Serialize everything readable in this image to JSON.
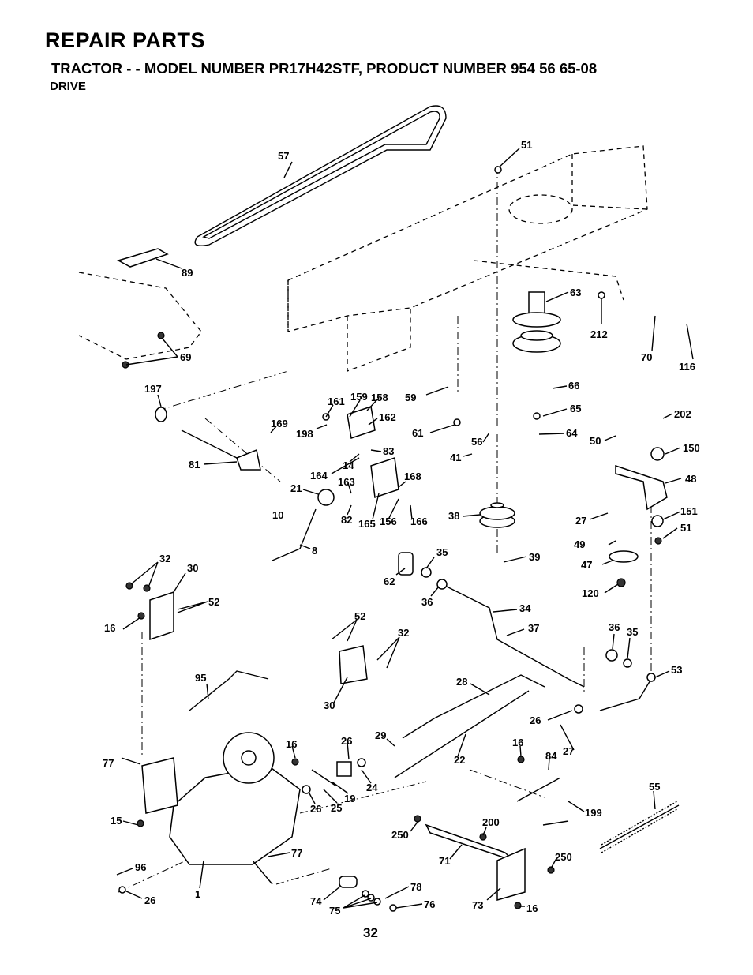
{
  "header": {
    "title": "REPAIR PARTS",
    "subtitle": "TRACTOR - - MODEL NUMBER PR17H42STF, PRODUCT NUMBER 954 56 65-08",
    "section": "DRIVE"
  },
  "footer": {
    "page_number": "32"
  },
  "callouts": {
    "c57": "57",
    "c51a": "51",
    "c89": "89",
    "c63": "63",
    "c212": "212",
    "c69": "69",
    "c70": "70",
    "c116": "116",
    "c197": "197",
    "c159": "159",
    "c158": "158",
    "c161": "161",
    "c66": "66",
    "c59": "59",
    "c162": "162",
    "c169": "169",
    "c198": "198",
    "c65": "65",
    "c202": "202",
    "c61": "61",
    "c64": "64",
    "c56": "56",
    "c50": "50",
    "c150": "150",
    "c83": "83",
    "c14": "14",
    "c41": "41",
    "c81": "81",
    "c164": "164",
    "c168": "168",
    "c48": "48",
    "c163": "163",
    "c21": "21",
    "c38": "38",
    "c151": "151",
    "c10": "10",
    "c82": "82",
    "c165": "165",
    "c156": "156",
    "c166": "166",
    "c27a": "27",
    "c51b": "51",
    "c8": "8",
    "c49": "49",
    "c35a": "35",
    "c39": "39",
    "c47": "47",
    "c32a": "32",
    "c30a": "30",
    "c62": "62",
    "c36a": "36",
    "c120": "120",
    "c52a": "52",
    "c16a": "16",
    "c34": "34",
    "c52b": "52",
    "c37": "37",
    "c36b": "36",
    "c35b": "35",
    "c32b": "32",
    "c53": "53",
    "c95": "95",
    "c30b": "30",
    "c28": "28",
    "c26a": "26",
    "c29": "29",
    "c26b": "26",
    "c16b": "16",
    "c27b": "27",
    "c16c": "16",
    "c84": "84",
    "c77a": "77",
    "c22": "22",
    "c24": "24",
    "c19": "19",
    "c26c": "26",
    "c25": "25",
    "c55": "55",
    "c15": "15",
    "c199": "199",
    "c200": "200",
    "c250a": "250",
    "c77b": "77",
    "c71": "71",
    "c250b": "250",
    "c96": "96",
    "c1": "1",
    "c78": "78",
    "c26d": "26",
    "c74": "74",
    "c76": "76",
    "c73": "73",
    "c75": "75",
    "c16d": "16"
  }
}
